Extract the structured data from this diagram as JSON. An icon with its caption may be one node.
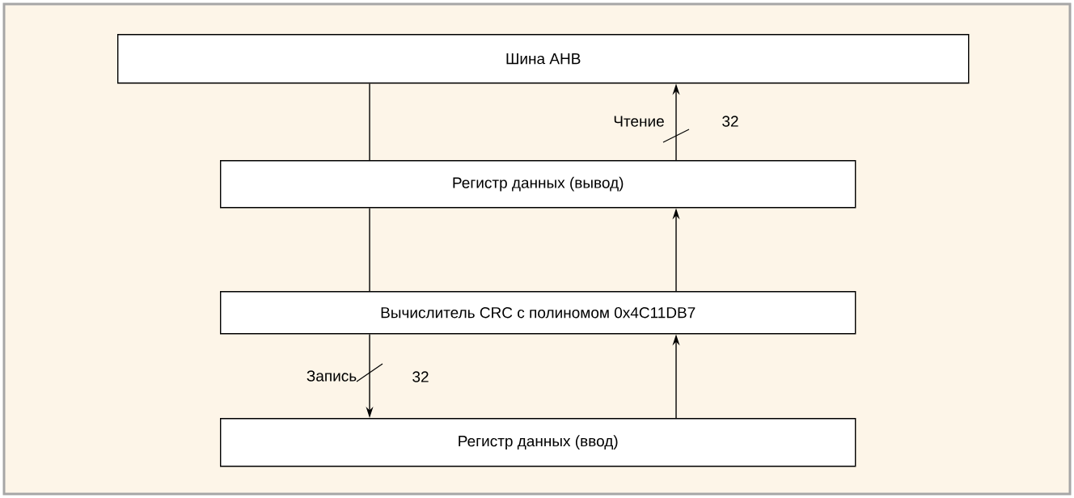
{
  "diagram": {
    "nodes": [
      {
        "text": [
          "Шина AHB"
        ]
      },
      {
        "text": [
          "Регистр данных (вывод)"
        ]
      },
      {
        "text": [
          "Вычислитель CRC с полиномом 0x4C11DB7"
        ]
      },
      {
        "text": [
          "Регистр данных (ввод)"
        ]
      }
    ],
    "edges": [
      {
        "from": 0,
        "to": 1,
        "arrow": "none"
      },
      {
        "from": 1,
        "to": 0,
        "arrow": "to",
        "label": "Чтение"
      },
      {
        "from": 1,
        "to": 2,
        "arrow": "none"
      },
      {
        "from": 2,
        "to": 1,
        "arrow": "to"
      },
      {
        "from": 2,
        "to": 3,
        "arrow": "to",
        "label": "Запись"
      },
      {
        "from": 3,
        "to": 2,
        "arrow": "to"
      }
    ],
    "labels": [
      "32",
      "32"
    ]
  }
}
